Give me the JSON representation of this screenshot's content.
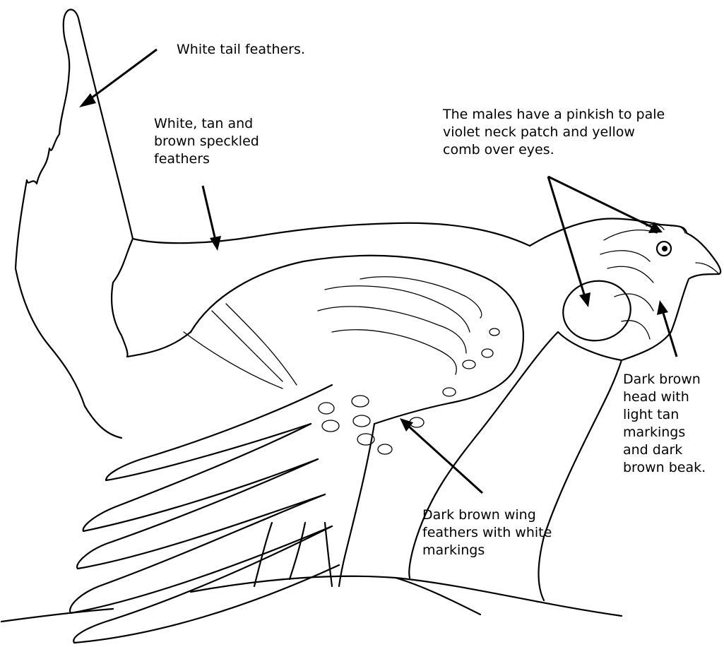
{
  "labels": {
    "tail": "White tail feathers.",
    "body": "White, tan and\nbrown speckled\nfeathers",
    "males": "The males have a pinkish to pale\nviolet neck patch and yellow\ncomb over eyes.",
    "head": "Dark brown\nhead with\nlight tan\nmarkings\nand dark\nbrown beak.",
    "wing": "Dark brown wing\nfeathers with white\nmarkings"
  },
  "colors": {
    "line": "#000000",
    "background": "#ffffff"
  }
}
